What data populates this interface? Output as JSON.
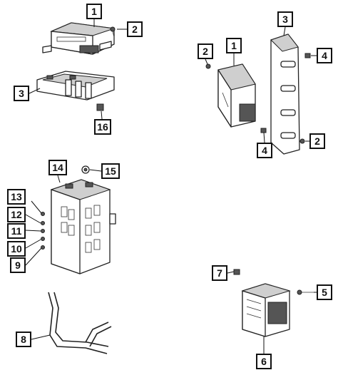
{
  "callouts": [
    {
      "id": "c-1a",
      "label": "1"
    },
    {
      "id": "c-2a",
      "label": "2"
    },
    {
      "id": "c-3a",
      "label": "3"
    },
    {
      "id": "c-16",
      "label": "16"
    },
    {
      "id": "c-2b",
      "label": "2"
    },
    {
      "id": "c-1b",
      "label": "1"
    },
    {
      "id": "c-3b",
      "label": "3"
    },
    {
      "id": "c-4a",
      "label": "4"
    },
    {
      "id": "c-4b",
      "label": "4"
    },
    {
      "id": "c-2c",
      "label": "2"
    },
    {
      "id": "c-14",
      "label": "14"
    },
    {
      "id": "c-15",
      "label": "15"
    },
    {
      "id": "c-13",
      "label": "13"
    },
    {
      "id": "c-12",
      "label": "12"
    },
    {
      "id": "c-11",
      "label": "11"
    },
    {
      "id": "c-10",
      "label": "10"
    },
    {
      "id": "c-9",
      "label": "9"
    },
    {
      "id": "c-8",
      "label": "8"
    },
    {
      "id": "c-7",
      "label": "7"
    },
    {
      "id": "c-5",
      "label": "5"
    },
    {
      "id": "c-6",
      "label": "6"
    }
  ]
}
